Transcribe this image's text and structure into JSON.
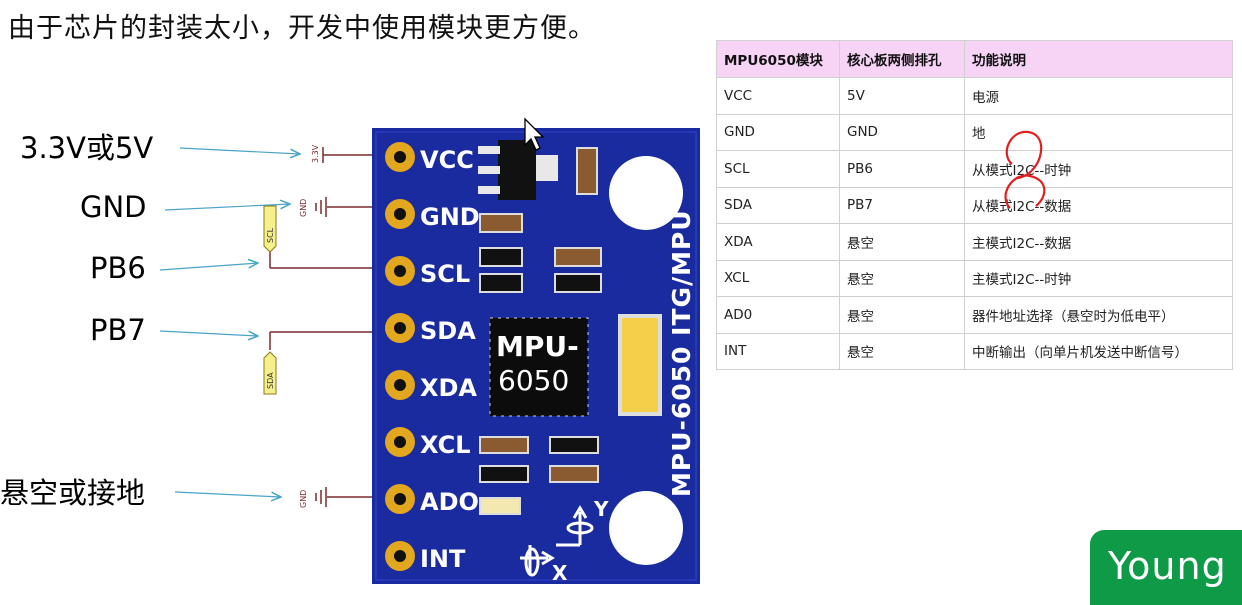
{
  "heading": "由于芯片的封装太小，开发中使用模块更方便。",
  "connections": {
    "vcc": "3.3V或5V",
    "gnd": "GND",
    "scl": "PB6",
    "sda": "PB7",
    "ado": "悬空或接地"
  },
  "symbols": {
    "power": "3.3V",
    "ground": "GND",
    "scl_net": "SCL",
    "sda_net": "SDA"
  },
  "board": {
    "pins": [
      "VCC",
      "GND",
      "SCL",
      "SDA",
      "XDA",
      "XCL",
      "ADO",
      "INT"
    ],
    "chip_line1": "MPU-",
    "chip_line2": "6050",
    "side_label": "MPU-6050 ITG/MPU",
    "axis_y": "Y",
    "axis_x": "X"
  },
  "table": {
    "headers": [
      "MPU6050模块",
      "核心板两侧排孔",
      "功能说明"
    ],
    "rows": [
      [
        "VCC",
        "5V",
        "电源"
      ],
      [
        "GND",
        "GND",
        "地"
      ],
      [
        "SCL",
        "PB6",
        "从模式I2C--时钟"
      ],
      [
        "SDA",
        "PB7",
        "从模式I2C--数据"
      ],
      [
        "XDA",
        "悬空",
        "主模式I2C--数据"
      ],
      [
        "XCL",
        "悬空",
        "主模式I2C--时钟"
      ],
      [
        "AD0",
        "悬空",
        "器件地址选择（悬空时为低电平）"
      ],
      [
        "INT",
        "悬空",
        "中断输出（向单片机发送中断信号）"
      ]
    ]
  },
  "colors": {
    "board": "#1a2ba0",
    "pad": "#e2a61f",
    "annotation": "#e02020",
    "table_header": "#f7d3f6",
    "badge": "#0e9a46",
    "arrow": "#4aa3c8"
  },
  "badge": "Young"
}
